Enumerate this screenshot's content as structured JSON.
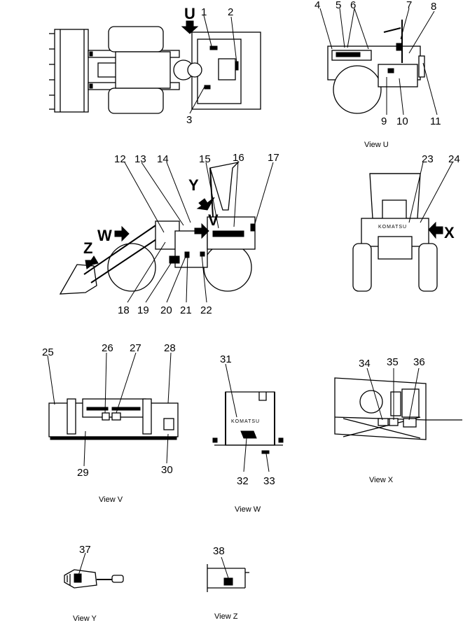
{
  "callouts": {
    "n1": "1",
    "n2": "2",
    "n3": "3",
    "n4": "4",
    "n5": "5",
    "n6": "6",
    "n7": "7",
    "n8": "8",
    "n9": "9",
    "n10": "10",
    "n11": "11",
    "n12": "12",
    "n13": "13",
    "n14": "14",
    "n15": "15",
    "n16": "16",
    "n17": "17",
    "n18": "18",
    "n19": "19",
    "n20": "20",
    "n21": "21",
    "n22": "22",
    "n23": "23",
    "n24": "24",
    "n25": "25",
    "n26": "26",
    "n27": "27",
    "n28": "28",
    "n29": "29",
    "n30": "30",
    "n31": "31",
    "n32": "32",
    "n33": "33",
    "n34": "34",
    "n35": "35",
    "n36": "36",
    "n37": "37",
    "n38": "38"
  },
  "view_letters": {
    "u": "U",
    "v": "V",
    "w": "W",
    "x": "X",
    "y": "Y",
    "z": "Z"
  },
  "view_titles": {
    "u": "View  U",
    "v": "View  V",
    "w": "View  W",
    "x": "View  X",
    "y": "View  Y",
    "z": "View  Z"
  },
  "brand": {
    "w": "KOMATSU",
    "rear": "KOMATSU"
  },
  "icons": {
    "arrow": "arrow-icon"
  }
}
